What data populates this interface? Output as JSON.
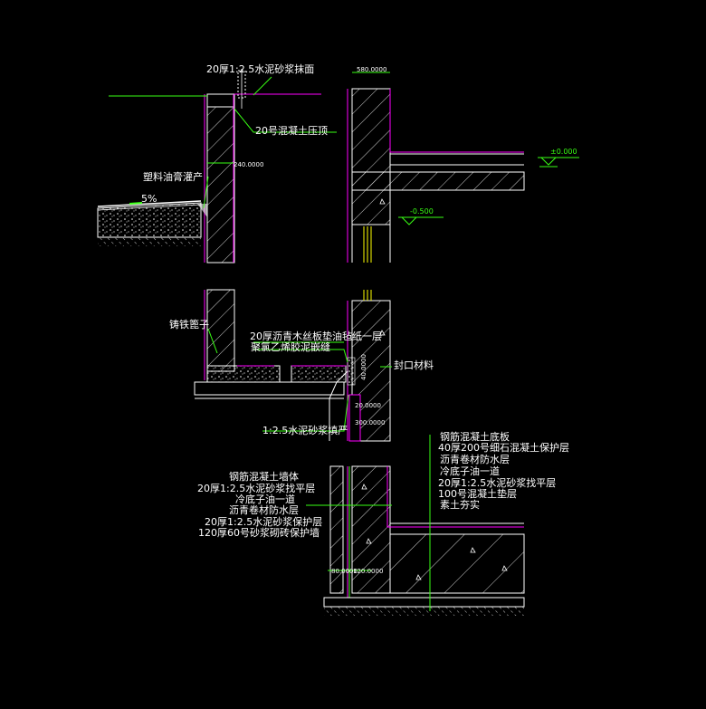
{
  "colors": {
    "background": "#000000",
    "wall": "#ffffff",
    "hatch": "#ffffff",
    "leader": "#39ff14",
    "membrane": "#ff00ff",
    "yellow": "#ffff00",
    "text": "#ffffff"
  },
  "labels": {
    "top_mortar": "20厚1:2.5水泥砂浆抹面",
    "coping": "20号混凝土压顶",
    "dim_240": "240.0000",
    "sealant": "塑料油膏灌产",
    "slope": "5%",
    "dim_580": "580.0000",
    "level_000": "±0.000",
    "level_neg050": "-0.500",
    "cast_iron": "铸铁篦子",
    "asphalt_board": "20厚沥青木丝板垫油毡纸一层",
    "pvc_joint": "聚氯乙烯胶泥嵌缝",
    "seal_material": "封口材料",
    "dim_40": "40.0000",
    "dim_20": "20.0000",
    "dim_300": "300.0000",
    "mortar_fill": "1:2.5水泥砂浆填严",
    "dim_bottom_80": "80.0000",
    "dim_bottom_120": "120.0000"
  },
  "left_stack": [
    "钢筋混凝土墙体",
    "20厚1:2.5水泥砂浆找平层",
    "冷底子油一道",
    "沥青卷材防水层",
    "20厚1:2.5水泥砂浆保护层",
    "120厚60号砂浆砌砖保护墙"
  ],
  "right_stack": [
    "钢筋混凝土底板",
    "40厚200号细石混凝土保护层",
    "沥青卷材防水层",
    "冷底子油一道",
    "20厚1:2.5水泥砂浆找平层",
    "100号混凝土垫层",
    "素土夯实"
  ]
}
